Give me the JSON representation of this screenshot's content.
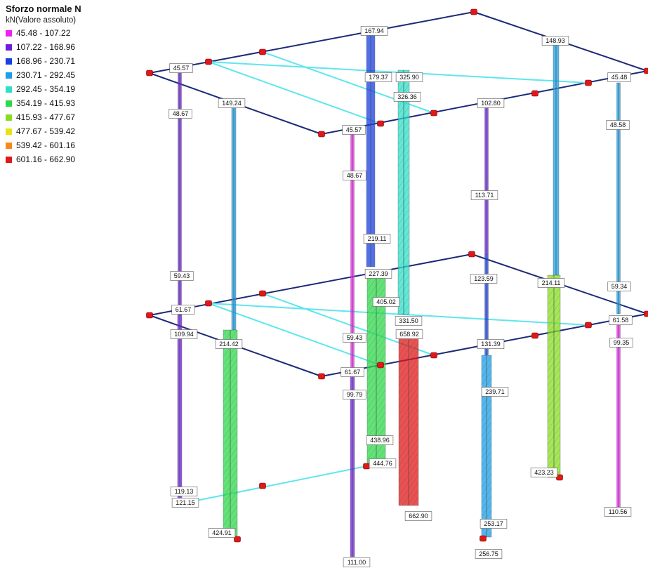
{
  "legend": {
    "title": "Sforzo normale N",
    "subtitle": "kN(Valore assoluto)",
    "items": [
      {
        "label": "45.48 - 107.22",
        "color": "#ee22ee"
      },
      {
        "label": "107.22 - 168.96",
        "color": "#6a1fd8"
      },
      {
        "label": "168.96 - 230.71",
        "color": "#1a3fe0"
      },
      {
        "label": "230.71 - 292.45",
        "color": "#1a9fe8"
      },
      {
        "label": "292.45 - 354.19",
        "color": "#2ee0c8"
      },
      {
        "label": "354.19 - 415.93",
        "color": "#2ed84a"
      },
      {
        "label": "415.93 - 477.67",
        "color": "#88dd22"
      },
      {
        "label": "477.67 - 539.42",
        "color": "#e4e412"
      },
      {
        "label": "539.42 - 601.16",
        "color": "#f58a1a"
      },
      {
        "label": "601.16 - 662.90",
        "color": "#e01818"
      }
    ]
  },
  "value_labels": [
    "167.94",
    "148.93",
    "45.57",
    "179.37",
    "325.90",
    "45.48",
    "326.36",
    "149.24",
    "102.80",
    "48.67",
    "45.57",
    "48.58",
    "48.67",
    "113.71",
    "219.11",
    "227.39",
    "59.43",
    "123.59",
    "214.11",
    "59.34",
    "405.02",
    "61.67",
    "331.50",
    "61.58",
    "109.94",
    "658.92",
    "131.39",
    "214.42",
    "59.43",
    "99.35",
    "61.67",
    "99.79",
    "239.71",
    "438.96",
    "444.76",
    "423.23",
    "119.13",
    "121.15",
    "662.90",
    "253.17",
    "110.56",
    "424.91",
    "256.75",
    "111.00"
  ]
}
